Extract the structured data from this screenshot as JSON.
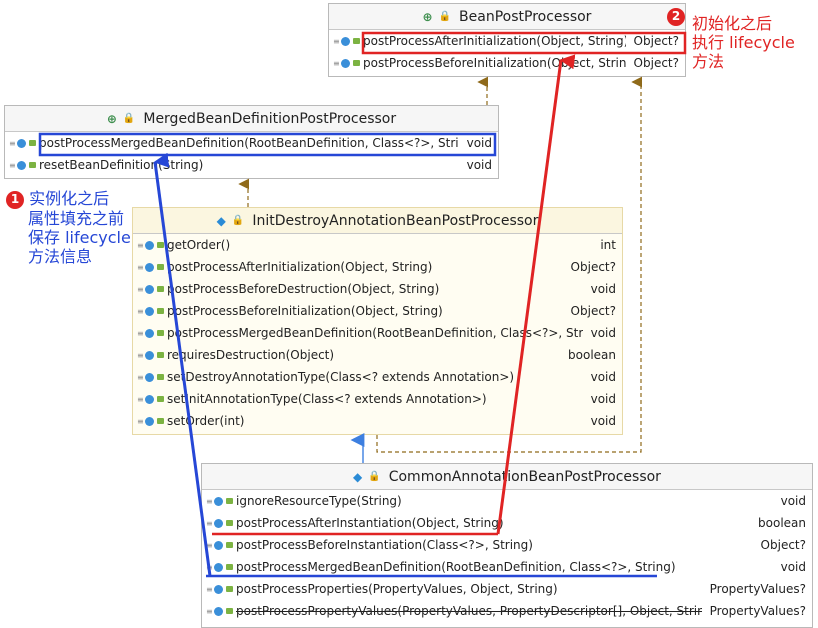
{
  "colors": {
    "red": "#e02424",
    "blue": "#2647d6",
    "arrow_brown": "#8f6a1a",
    "arrow_blue": "#3d7fe0"
  },
  "bpp": {
    "title": "BeanPostProcessor",
    "icon": "interface-icon",
    "methods": [
      {
        "name": "postProcessAfterInitialization(Object, String)",
        "ret": "Object?"
      },
      {
        "name": "postProcessBeforeInitialization(Object, String)",
        "ret": "Object?"
      }
    ]
  },
  "mbd": {
    "title": "MergedBeanDefinitionPostProcessor",
    "icon": "interface-icon",
    "methods": [
      {
        "name": "postProcessMergedBeanDefinition(RootBeanDefinition, Class<?>, String)",
        "ret": "void"
      },
      {
        "name": "resetBeanDefinition(String)",
        "ret": "void"
      }
    ]
  },
  "idab": {
    "title": "InitDestroyAnnotationBeanPostProcessor",
    "icon": "class-icon",
    "methods": [
      {
        "name": "getOrder()",
        "ret": "int"
      },
      {
        "name": "postProcessAfterInitialization(Object, String)",
        "ret": "Object?"
      },
      {
        "name": "postProcessBeforeDestruction(Object, String)",
        "ret": "void"
      },
      {
        "name": "postProcessBeforeInitialization(Object, String)",
        "ret": "Object?"
      },
      {
        "name": "postProcessMergedBeanDefinition(RootBeanDefinition, Class<?>, String)",
        "ret": "void"
      },
      {
        "name": "requiresDestruction(Object)",
        "ret": "boolean"
      },
      {
        "name": "setDestroyAnnotationType(Class<? extends Annotation>)",
        "ret": "void"
      },
      {
        "name": "setInitAnnotationType(Class<? extends Annotation>)",
        "ret": "void"
      },
      {
        "name": "setOrder(int)",
        "ret": "void"
      }
    ]
  },
  "cab": {
    "title": "CommonAnnotationBeanPostProcessor",
    "icon": "class-icon",
    "methods": [
      {
        "name": "ignoreResourceType(String)",
        "ret": "void"
      },
      {
        "name": "postProcessAfterInstantiation(Object, String)",
        "ret": "boolean"
      },
      {
        "name": "postProcessBeforeInstantiation(Class<?>, String)",
        "ret": "Object?"
      },
      {
        "name": "postProcessMergedBeanDefinition(RootBeanDefinition, Class<?>, String)",
        "ret": "void"
      },
      {
        "name": "postProcessProperties(PropertyValues, Object, String)",
        "ret": "PropertyValues?"
      },
      {
        "name": "postProcessPropertyValues(PropertyValues, PropertyDescriptor[], Object, String)",
        "ret": "PropertyValues?",
        "deprecated": true
      }
    ]
  },
  "annotations": {
    "a1": {
      "num": "1",
      "lines": [
        "实例化之后",
        "属性填充之前",
        "保存 lifecycle",
        "方法信息"
      ]
    },
    "a2": {
      "num": "2",
      "lines": [
        "初始化之后",
        "执行 lifecycle",
        "方法"
      ]
    }
  }
}
